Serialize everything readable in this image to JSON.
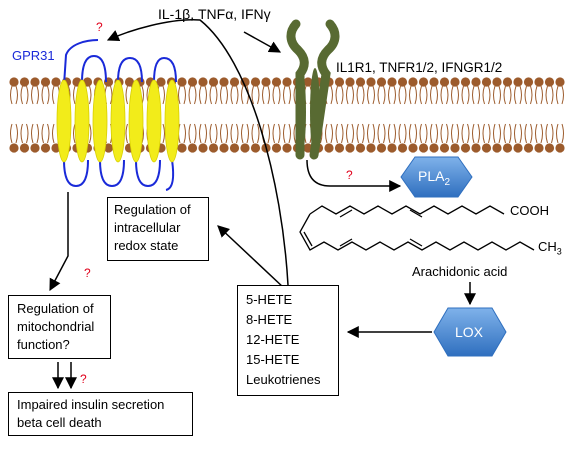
{
  "cytokines": {
    "il1": "IL-1",
    "beta": "β",
    "tnf": ", TNF",
    "alpha": "α",
    "ifn": ", IFN",
    "gamma": "γ"
  },
  "receptor_label": "IL1R1, TNFR1/2, IFNGR1/2",
  "gpr31_label": "GPR31",
  "pla2": {
    "text": "PLA",
    "sub": "2"
  },
  "lox_label": "LOX",
  "cooh_label": "COOH",
  "ch3": {
    "text": "CH",
    "sub": "3"
  },
  "arachidonic_label": "Arachidonic acid",
  "redox_box": [
    "Regulation of",
    "intracellular",
    "redox state"
  ],
  "hete_box": [
    "5-HETE",
    "8-HETE",
    "12-HETE",
    "15-HETE",
    "Leukotrienes"
  ],
  "mito_box": [
    "Regulation of",
    "mitochondrial",
    "function?"
  ],
  "outcome_box": [
    "Impaired insulin secretion",
    "beta cell death"
  ],
  "question_mark": "?",
  "colors": {
    "lipid_head": "#9c5b2c",
    "gpr31_helix": "#f2ec1a",
    "gpr31_loop": "#1a2ad9",
    "receptor": "#586a32",
    "enzyme_fill": "#4d8fd6",
    "question": "#e0001b"
  }
}
